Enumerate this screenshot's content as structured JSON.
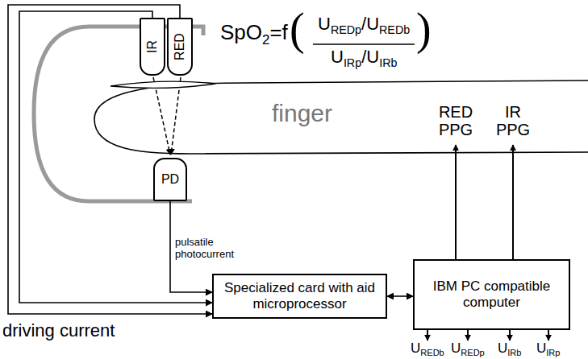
{
  "diagram": {
    "nodes": [
      {
        "text": [
          "IR"
        ]
      },
      {
        "text": [
          "RED"
        ]
      },
      {
        "text": [
          "finger"
        ]
      },
      {
        "text": [
          "PD"
        ]
      },
      {
        "text": [
          "Specialized card with aid microprocessor"
        ]
      },
      {
        "text": [
          "IBM PC compatible computer"
        ]
      }
    ],
    "edges": [
      {
        "from": 3,
        "to": 4,
        "arrow": "to",
        "label": "pulsatile photocurrent"
      },
      {
        "from": 0,
        "to": 4,
        "arrow": "to"
      },
      {
        "from": 1,
        "to": 4,
        "arrow": "to"
      },
      {
        "from": 4,
        "to": 5,
        "arrow": "both"
      }
    ],
    "labels": [
      "SpO",
      "2",
      "=f",
      "(",
      "U",
      "REDp",
      "/",
      "U",
      "REDb",
      "U",
      "IRp",
      "/",
      "U",
      "IRb",
      ")",
      "RED PPG",
      "IR PPG",
      "U",
      "REDb",
      "U",
      "REDp",
      "U",
      "IRb",
      "U",
      "IRp",
      "driving current"
    ]
  }
}
